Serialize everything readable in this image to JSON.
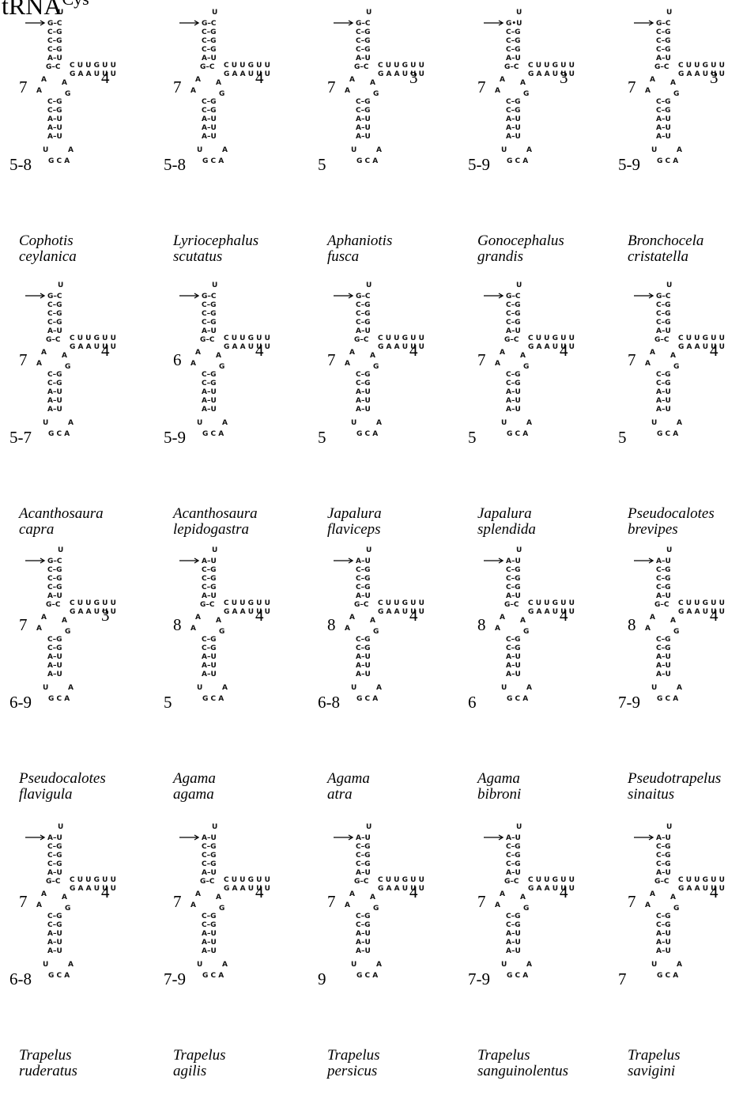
{
  "title": {
    "main": "tRNA",
    "sup": "Cys"
  },
  "species": [
    {
      "genus": "Cophotis",
      "epithet": "ceylanica",
      "stem_label": "7",
      "loop_label": "4",
      "anticodon_label": "5-8",
      "top_pair": "G–C"
    },
    {
      "genus": "Lyriocephalus",
      "epithet": "scutatus",
      "stem_label": "7",
      "loop_label": "4",
      "anticodon_label": "5-8",
      "top_pair": "G–C"
    },
    {
      "genus": "Aphaniotis",
      "epithet": "fusca",
      "stem_label": "7",
      "loop_label": "3",
      "anticodon_label": "5",
      "top_pair": "G–C"
    },
    {
      "genus": "Gonocephalus",
      "epithet": "grandis",
      "stem_label": "7",
      "loop_label": "3",
      "anticodon_label": "5-9",
      "top_pair": "G•U"
    },
    {
      "genus": "Bronchocela",
      "epithet": "cristatella",
      "stem_label": "7",
      "loop_label": "3",
      "anticodon_label": "5-9",
      "top_pair": "G–C"
    },
    {
      "genus": "Acanthosaura",
      "epithet": "capra",
      "stem_label": "7",
      "loop_label": "4",
      "anticodon_label": "5-7",
      "top_pair": "G–C"
    },
    {
      "genus": "Acanthosaura",
      "epithet": "lepidogastra",
      "stem_label": "6",
      "loop_label": "4",
      "anticodon_label": "5-9",
      "top_pair": "G–C"
    },
    {
      "genus": "Japalura",
      "epithet": "flaviceps",
      "stem_label": "7",
      "loop_label": "4",
      "anticodon_label": "5",
      "top_pair": "G–C"
    },
    {
      "genus": "Japalura",
      "epithet": "splendida",
      "stem_label": "7",
      "loop_label": "4",
      "anticodon_label": "5",
      "top_pair": "G–C"
    },
    {
      "genus": "Pseudocalotes",
      "epithet": "brevipes",
      "stem_label": "7",
      "loop_label": "4",
      "anticodon_label": "5",
      "top_pair": "G–C"
    },
    {
      "genus": "Pseudocalotes",
      "epithet": "flavigula",
      "stem_label": "7",
      "loop_label": "3",
      "anticodon_label": "6-9",
      "top_pair": "G–C"
    },
    {
      "genus": "Agama",
      "epithet": "agama",
      "stem_label": "8",
      "loop_label": "4",
      "anticodon_label": "5",
      "top_pair": "A–U"
    },
    {
      "genus": "Agama",
      "epithet": "atra",
      "stem_label": "8",
      "loop_label": "4",
      "anticodon_label": "6-8",
      "top_pair": "A–U"
    },
    {
      "genus": "Agama",
      "epithet": "bibroni",
      "stem_label": "8",
      "loop_label": "4",
      "anticodon_label": "6",
      "top_pair": "A–U"
    },
    {
      "genus": "Pseudotrapelus",
      "epithet": "sinaitus",
      "stem_label": "8",
      "loop_label": "4",
      "anticodon_label": "7-9",
      "top_pair": "A–U"
    },
    {
      "genus": "Trapelus",
      "epithet": "ruderatus",
      "stem_label": "7",
      "loop_label": "4",
      "anticodon_label": "6-8",
      "top_pair": "A–U"
    },
    {
      "genus": "Trapelus",
      "epithet": "agilis",
      "stem_label": "7",
      "loop_label": "4",
      "anticodon_label": "7-9",
      "top_pair": "A–U"
    },
    {
      "genus": "Trapelus",
      "epithet": "persicus",
      "stem_label": "7",
      "loop_label": "4",
      "anticodon_label": "9",
      "top_pair": "A–U"
    },
    {
      "genus": "Trapelus",
      "epithet": "sanguinolentus",
      "stem_label": "7",
      "loop_label": "4",
      "anticodon_label": "7-9",
      "top_pair": "A–U"
    },
    {
      "genus": "Trapelus",
      "epithet": "savigini",
      "stem_label": "7",
      "loop_label": "4",
      "anticodon_label": "7",
      "top_pair": "A–U"
    }
  ],
  "acceptor_pairs": [
    "C–G",
    "C–G",
    "C–G",
    "A–U"
  ],
  "anticodon_pairs": [
    "C–G",
    "C–G",
    "A–U",
    "A–U",
    "A–U"
  ],
  "tail": "G C A",
  "discriminator": "U",
  "t_arm_top": "C U U G U U",
  "t_arm_bottom": "G A A U U U"
}
